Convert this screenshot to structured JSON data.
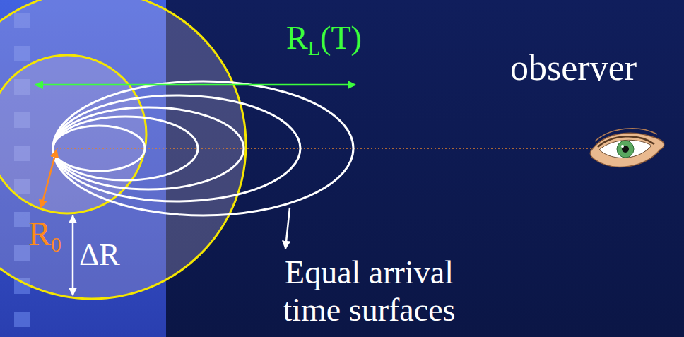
{
  "diagram": {
    "labels": [
      "RL(T)",
      "observer",
      "R0",
      "ΔR",
      "Equal arrival time surfaces"
    ]
  }
}
